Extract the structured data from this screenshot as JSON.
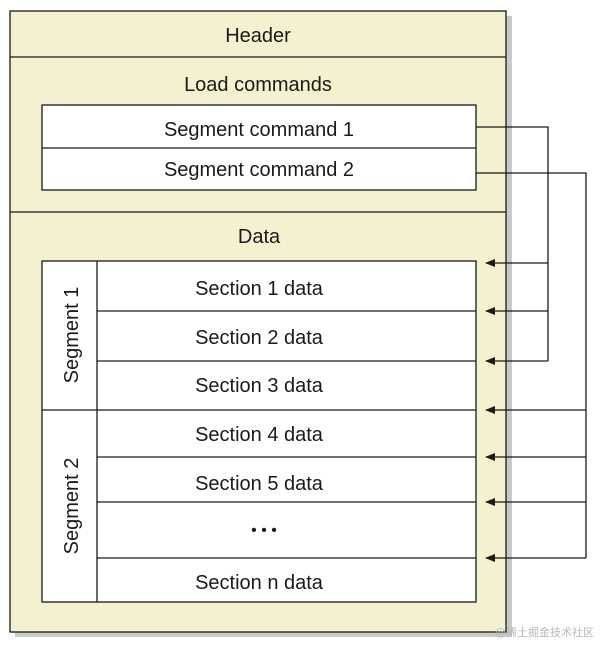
{
  "diagram": {
    "header_label": "Header",
    "load_commands_label": "Load commands",
    "segment_commands": [
      "Segment command 1",
      "Segment command 2"
    ],
    "data_label": "Data",
    "segment_labels": [
      "Segment 1",
      "Segment 2"
    ],
    "sections": [
      "Section 1 data",
      "Section 2 data",
      "Section 3 data",
      "Section 4 data",
      "Section 5 data",
      "• • •",
      "Section n data"
    ],
    "watermark": "@稀土掘金技术社区"
  },
  "colors": {
    "panel_fill": "#f4f1d0",
    "panel_shadow": "#c9c9c9",
    "box_fill": "#ffffff",
    "line": "#1a1a1a"
  }
}
